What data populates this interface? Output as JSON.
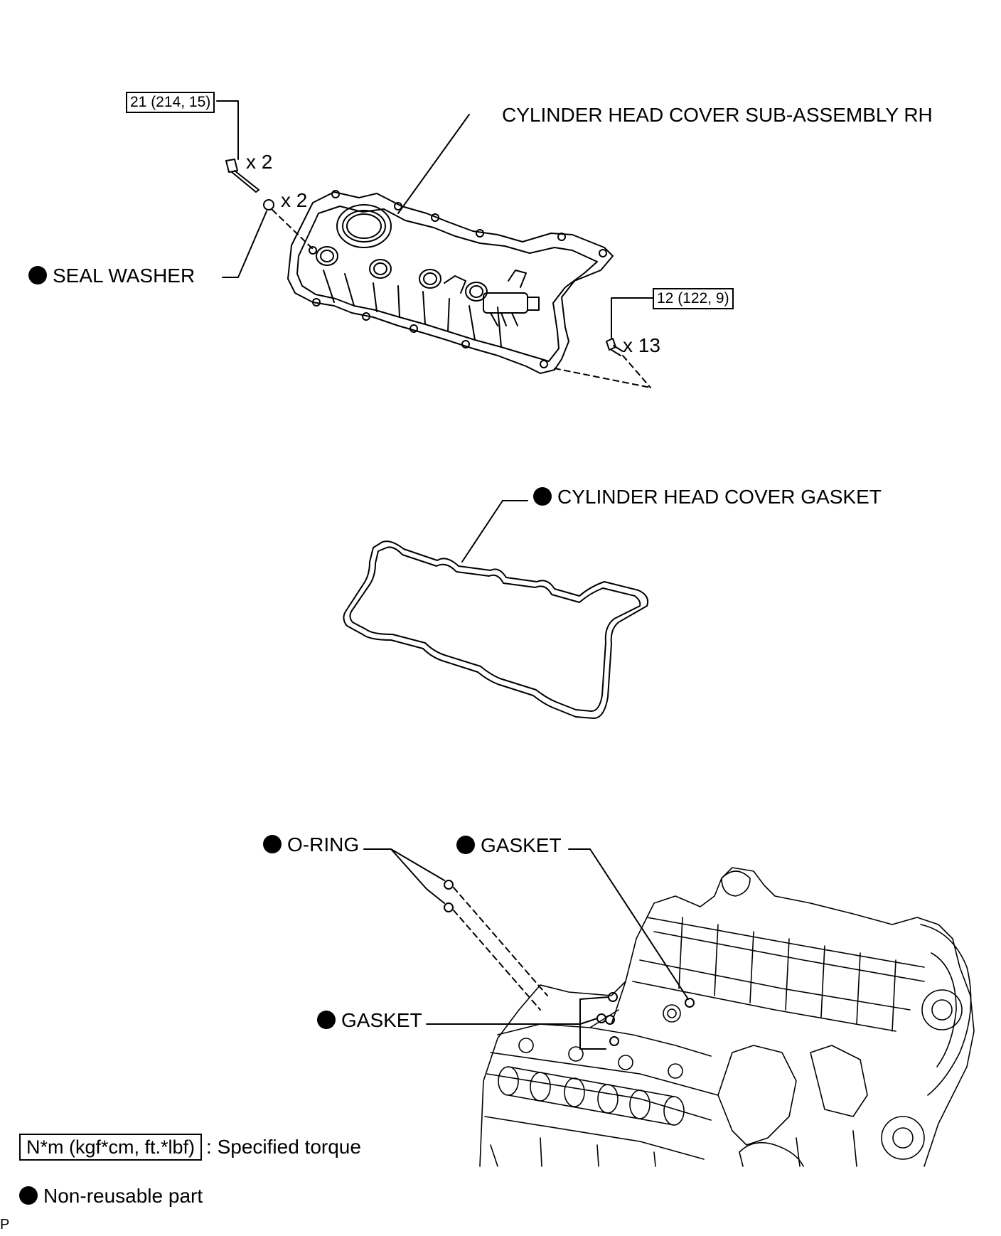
{
  "labels": {
    "head_cover": "CYLINDER HEAD COVER SUB-ASSEMBLY RH",
    "seal_washer": "SEAL WASHER",
    "cover_gasket": "CYLINDER HEAD COVER GASKET",
    "o_ring": "O-RING",
    "gasket_right": "GASKET",
    "gasket_left": "GASKET"
  },
  "torque": {
    "stud_bolt": "21 (214, 15)",
    "cover_bolt": "12 (122, 9)"
  },
  "quantities": {
    "stud_bolt": "x 2",
    "seal_washer": "x 2",
    "cover_bolt": "x 13"
  },
  "legend": {
    "torque_unit": "N*m (kgf*cm, ft.*lbf)",
    "torque_text": ": Specified torque",
    "nonreusable_text": "Non-reusable part"
  },
  "footer": {
    "code": "P"
  },
  "colors": {
    "ink": "#000000",
    "paper": "#ffffff"
  }
}
